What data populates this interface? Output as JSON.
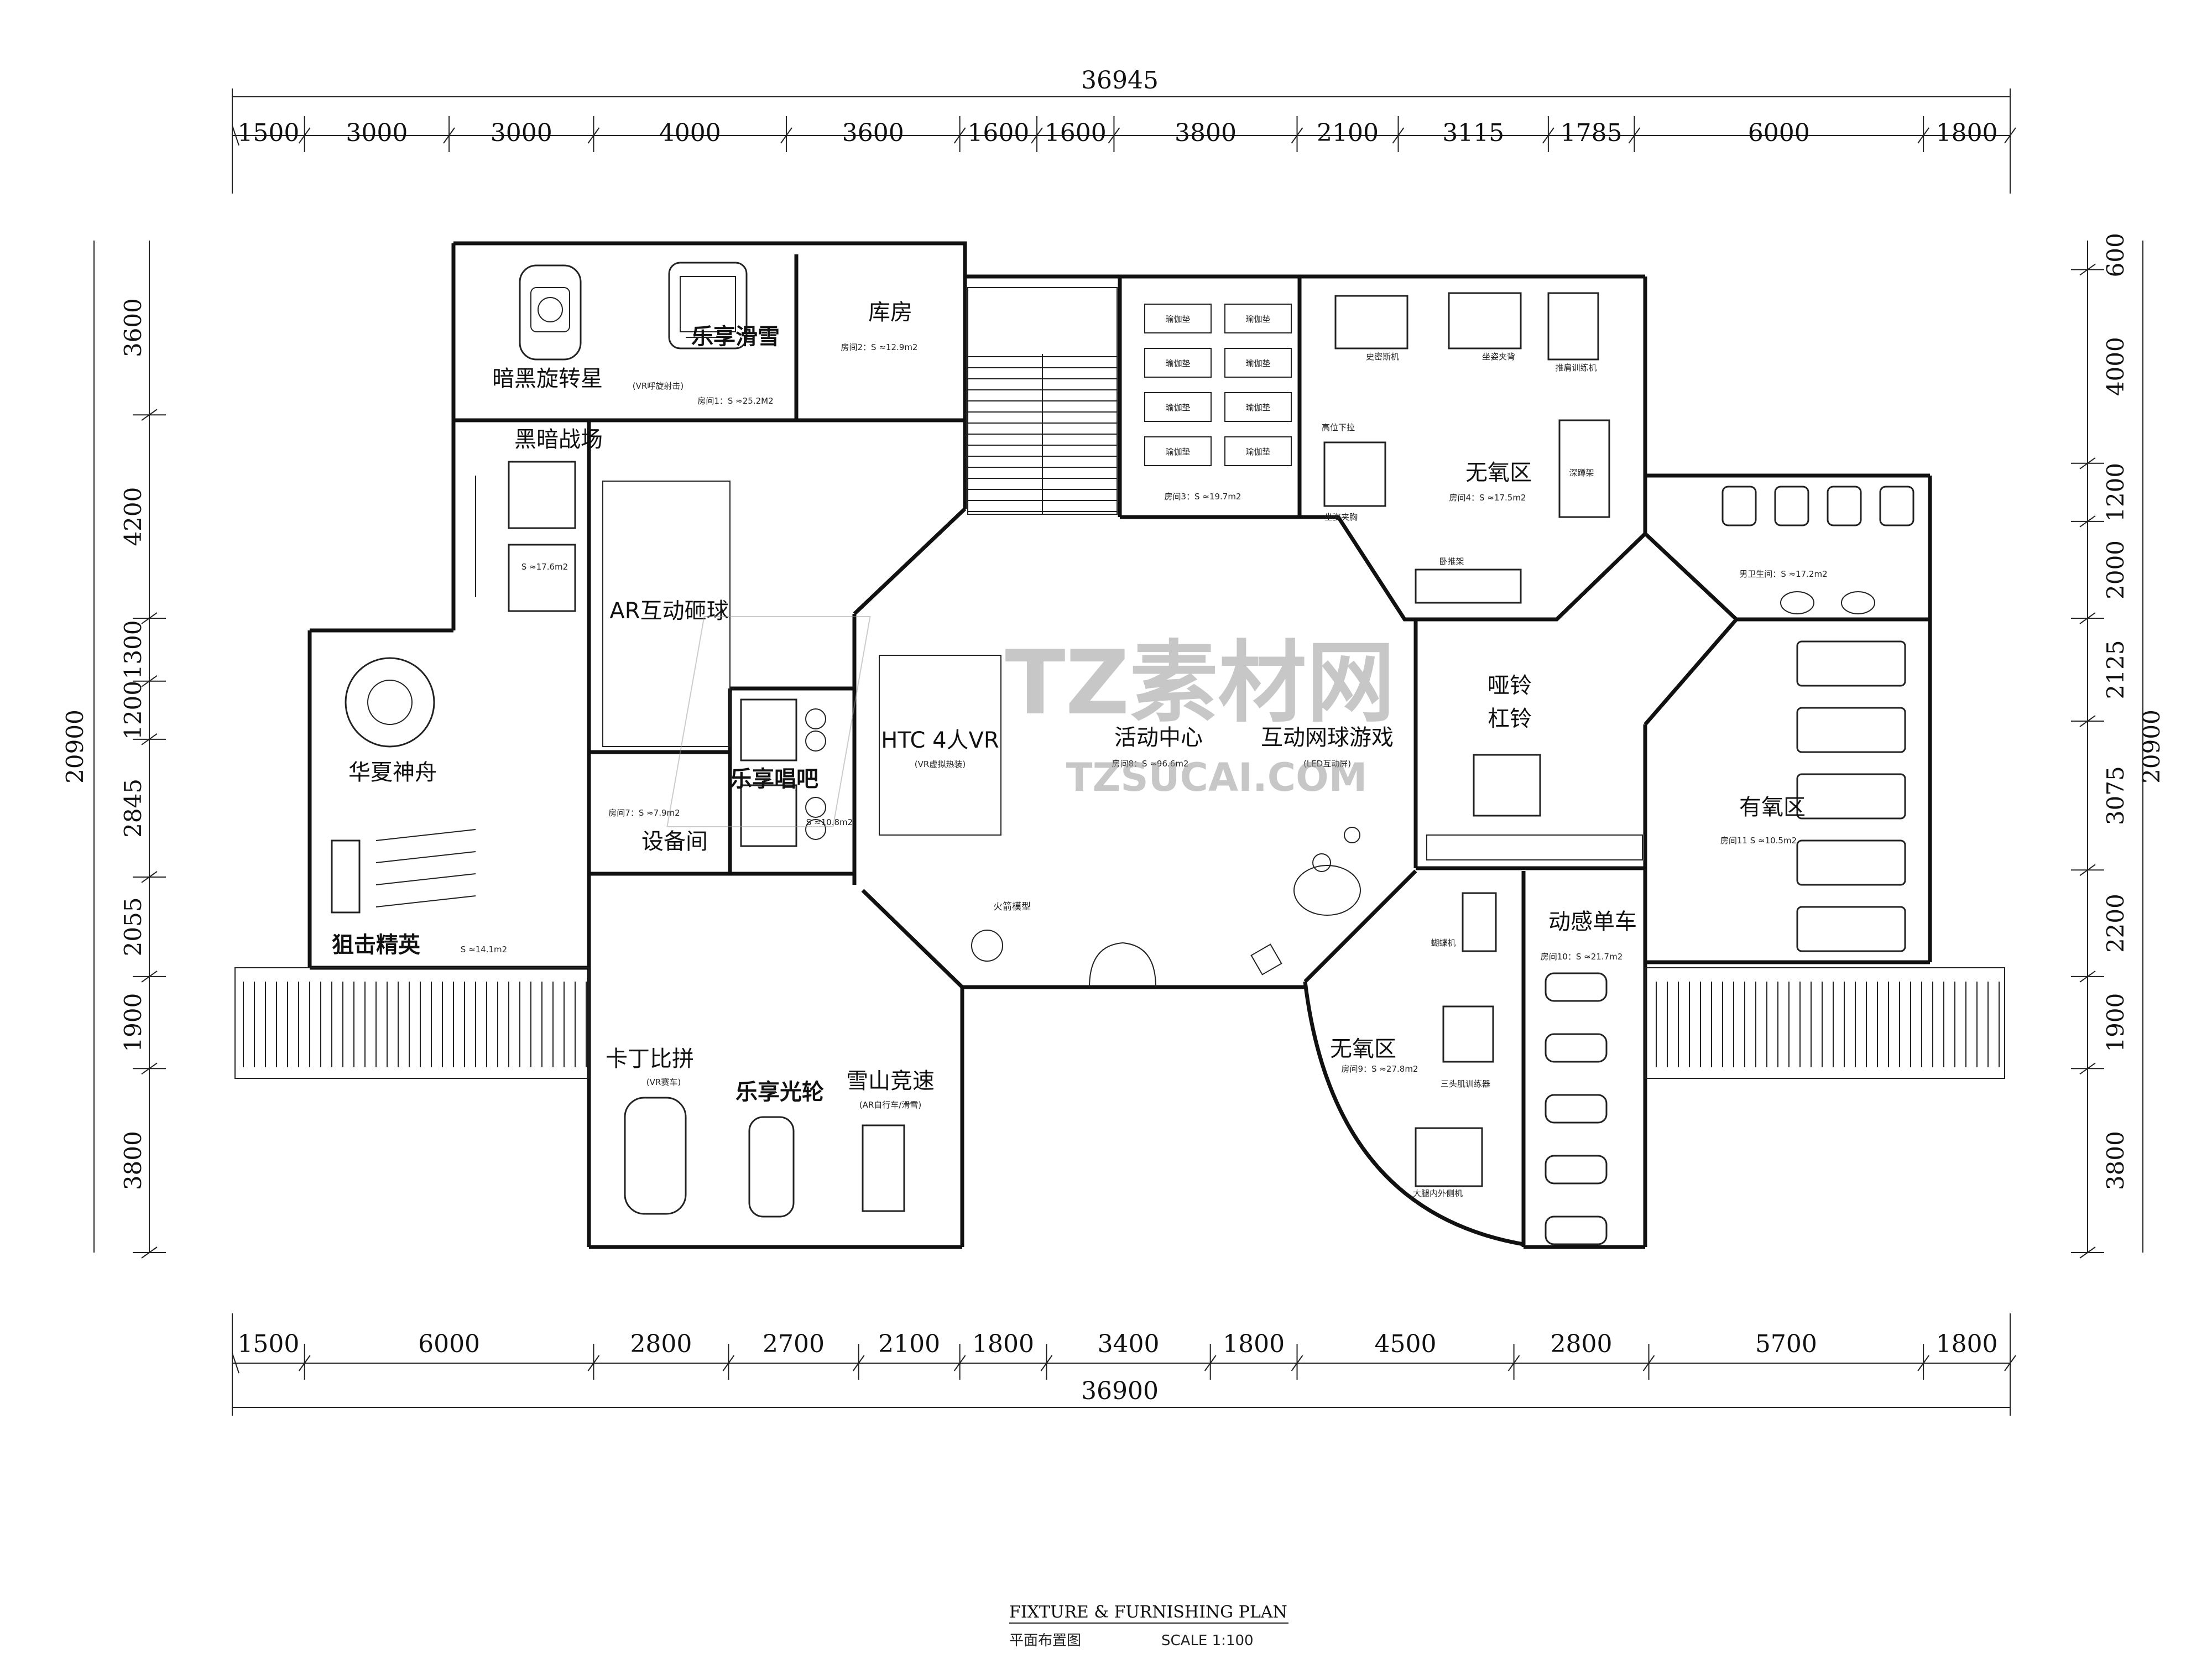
{
  "dimensions": {
    "top_total": "36945",
    "top": [
      "1500",
      "3000",
      "3000",
      "4000",
      "3600",
      "1600",
      "1600",
      "3800",
      "2100",
      "3115",
      "1785",
      "6000",
      "1800"
    ],
    "bottom_total": "36900",
    "bottom": [
      "1500",
      "6000",
      "2800",
      "2700",
      "2100",
      "1800",
      "3400",
      "1800",
      "4500",
      "2800",
      "5700",
      "1800"
    ],
    "left_total": "20900",
    "left": [
      "3600",
      "4200",
      "1300",
      "1200",
      "2845",
      "2055",
      "1900",
      "3800"
    ],
    "right_total": "20900",
    "right": [
      "600",
      "4000",
      "1200",
      "2000",
      "2125",
      "3075",
      "2200",
      "1900",
      "3800"
    ]
  },
  "rooms": {
    "anhei": "暗黑旋转星",
    "huaxue": "乐享滑雪",
    "huaxue_note": "(VR呼旋射击)",
    "huaxue_area": "房间1：S ≈25.2M2",
    "kufang": "库房",
    "kufang_area": "房间2：S ≈12.9m2",
    "heian": "黑暗战场",
    "heian_area": "S ≈17.6m2",
    "ar_zaqiu": "AR互动砸球",
    "huaxia": "华夏神舟",
    "juji": "狙击精英",
    "juji_area": "S ≈14.1m2",
    "changba": "乐享唱吧",
    "changba_area": "S ≈10.8m2",
    "shebei": "设备间",
    "shebei_area": "房间7：S ≈7.9m2",
    "htc": "HTC 4人VR",
    "htc_note": "(VR虚拟热装)",
    "huodong": "活动中心",
    "huodong_area": "房间8：S ≈96.6m2",
    "wangqiu": "互动网球游戏",
    "wangqiu_note": "(LED互动屏)",
    "huojian": "火箭模型",
    "yujia_area": "房间3：S ≈19.7m2",
    "yujia_mat": "瑜伽垫",
    "wuyang1": "无氧区",
    "wuyang1_area": "房间4：S ≈17.5m2",
    "eq_shimisi": "史密斯机",
    "eq_zuozi": "坐姿夹背",
    "eq_tuibang": "推肩训练机",
    "eq_gaowei": "高位下拉",
    "eq_zuojiaxiong": "坐姿夹胸",
    "eq_shendun": "深蹲架",
    "eq_wotui": "卧推架",
    "weishengjian": "男卫生间：S ≈17.2m2",
    "yaling": "哑铃",
    "ganling": "杠铃",
    "youyang": "有氧区",
    "youyang_area": "房间11  S ≈10.5m2",
    "dongan": "动感单车",
    "dongan_area": "房间10：S ≈21.7m2",
    "wuyang2": "无氧区",
    "wuyang2_area": "房间9：S ≈27.8m2",
    "eq_hudie": "蝴蝶机",
    "eq_santou": "三头肌训练器",
    "eq_datui": "大腿内外侧机",
    "kading": "卡丁比拼",
    "kading_note": "(VR赛车)",
    "guanglun": "乐享光轮",
    "xueshan": "雪山竞速",
    "xueshan_note": "(AR自行车/滑雪)"
  },
  "title_block": {
    "en": "FIXTURE  &  FURNISHING  PLAN",
    "cn": "平面布置图",
    "scale": "SCALE  1:100"
  },
  "watermark": {
    "main": "TZ素材网",
    "sub": "TZSUCAI.COM"
  }
}
